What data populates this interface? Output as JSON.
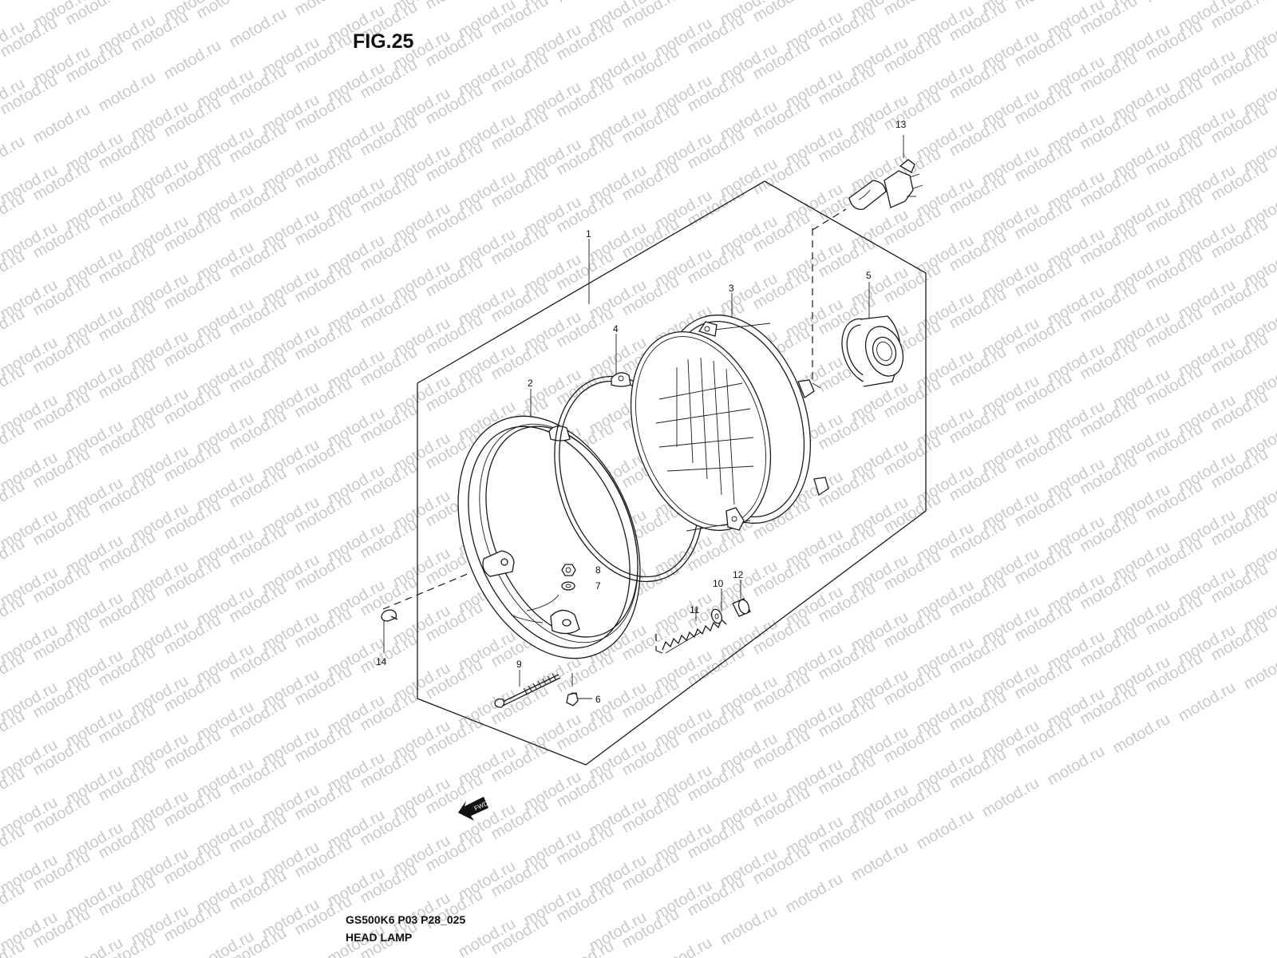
{
  "figure_title": "FIG.25",
  "watermark_text": "motod.ru",
  "caption": {
    "code": "GS500K6 P03 P28_025",
    "name": "HEAD LAMP"
  },
  "direction_badge": "FWD",
  "callouts": [
    "1",
    "2",
    "3",
    "4",
    "5",
    "6",
    "7",
    "8",
    "9",
    "10",
    "11",
    "12",
    "13",
    "14"
  ],
  "colors": {
    "line": "#1a1a1a",
    "watermark": "#c9c9c9",
    "background": "#ffffff"
  }
}
